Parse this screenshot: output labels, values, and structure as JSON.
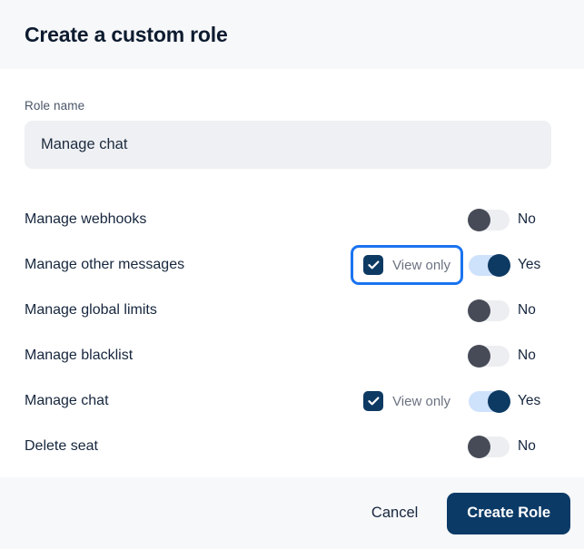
{
  "dialog": {
    "title": "Create a custom role"
  },
  "role_name_field": {
    "label": "Role name",
    "value": "Manage chat",
    "placeholder": "Role name"
  },
  "permissions": [
    {
      "label": "Manage webhooks",
      "has_view_only": false,
      "view_only_label": "",
      "view_only_checked": false,
      "view_only_focused": false,
      "toggle_state": "off",
      "toggle_label": "No"
    },
    {
      "label": "Manage other messages",
      "has_view_only": true,
      "view_only_label": "View only",
      "view_only_checked": true,
      "view_only_focused": true,
      "toggle_state": "on",
      "toggle_label": "Yes"
    },
    {
      "label": "Manage global limits",
      "has_view_only": false,
      "view_only_label": "",
      "view_only_checked": false,
      "view_only_focused": false,
      "toggle_state": "off",
      "toggle_label": "No"
    },
    {
      "label": "Manage blacklist",
      "has_view_only": false,
      "view_only_label": "",
      "view_only_checked": false,
      "view_only_focused": false,
      "toggle_state": "off",
      "toggle_label": "No"
    },
    {
      "label": "Manage chat",
      "has_view_only": true,
      "view_only_label": "View only",
      "view_only_checked": true,
      "view_only_focused": false,
      "toggle_state": "on",
      "toggle_label": "Yes"
    },
    {
      "label": "Delete seat",
      "has_view_only": false,
      "view_only_label": "",
      "view_only_checked": false,
      "view_only_focused": false,
      "toggle_state": "off",
      "toggle_label": "No"
    }
  ],
  "footer": {
    "cancel_label": "Cancel",
    "create_label": "Create Role"
  },
  "colors": {
    "header_bg": "#f7f8fa",
    "primary_navy": "#0b3a66",
    "focus_blue": "#1a73f0",
    "toggle_on_track": "#cfe2fb",
    "toggle_off_knob": "#464b57",
    "input_bg": "#eff0f3"
  }
}
